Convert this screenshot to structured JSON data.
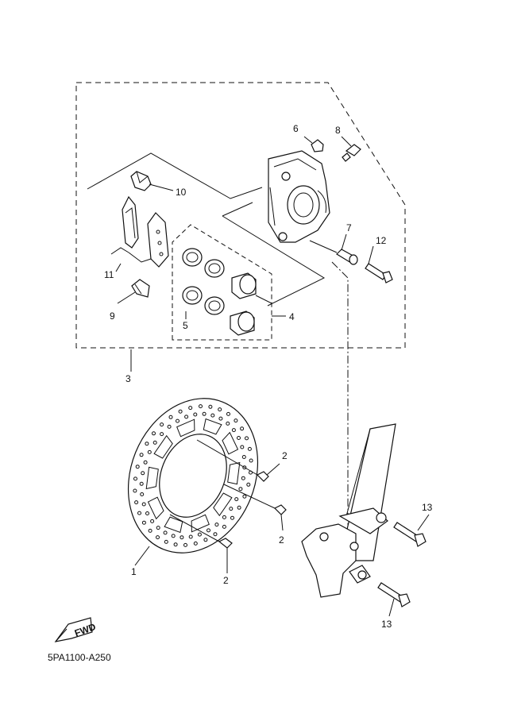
{
  "diagram_code": "5PA1100-A250",
  "fwd_label": "FWD",
  "callouts": {
    "c1": "1",
    "c2a": "2",
    "c2b": "2",
    "c2c": "2",
    "c3": "3",
    "c4": "4",
    "c5": "5",
    "c6": "6",
    "c7": "7",
    "c8": "8",
    "c9": "9",
    "c10": "10",
    "c11": "11",
    "c12": "12",
    "c13a": "13",
    "c13b": "13"
  }
}
